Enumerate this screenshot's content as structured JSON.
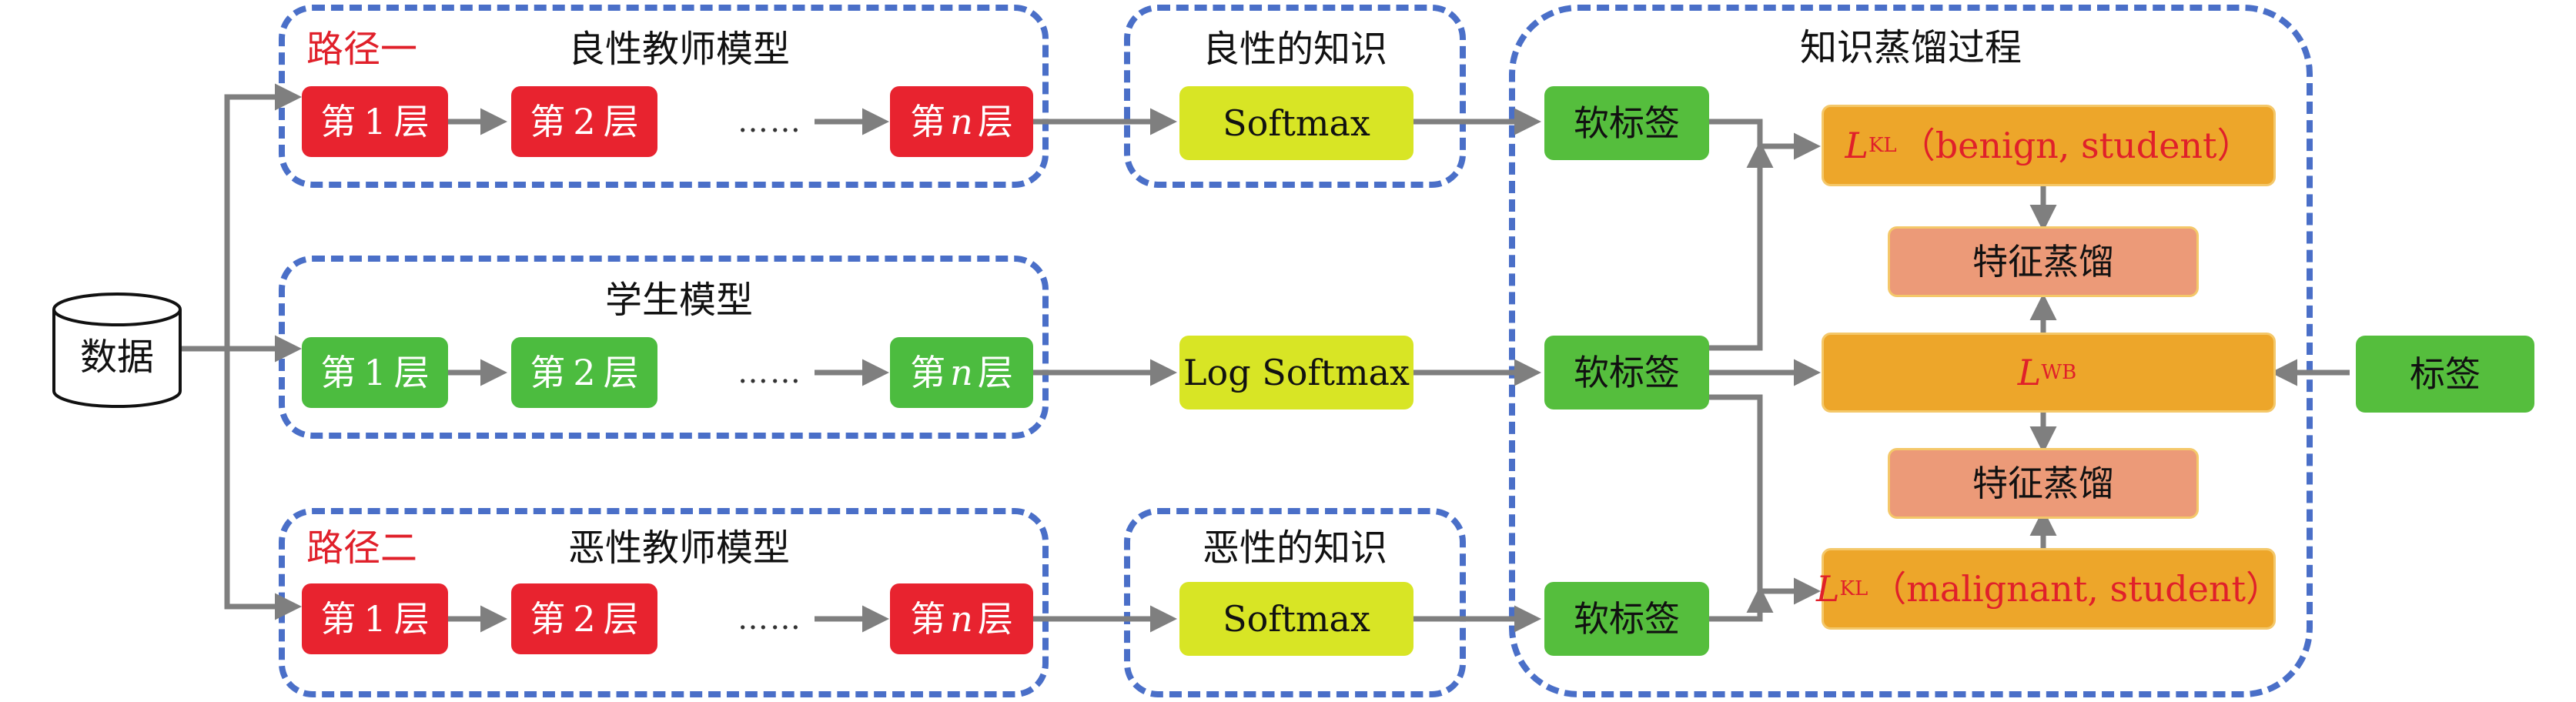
{
  "data_node": {
    "label": "数据"
  },
  "benign_teacher": {
    "path_label": "路径一",
    "title": "良性教师模型",
    "layer_prefix": "第",
    "layer_suffix": "层",
    "layers": [
      "1",
      "2",
      "n"
    ],
    "ellipsis": "……"
  },
  "student": {
    "title": "学生模型",
    "layer_prefix": "第",
    "layer_suffix": "层",
    "layers": [
      "1",
      "2",
      "n"
    ],
    "ellipsis": "……"
  },
  "malignant_teacher": {
    "path_label": "路径二",
    "title": "恶性教师模型",
    "layer_prefix": "第",
    "layer_suffix": "层",
    "layers": [
      "1",
      "2",
      "n"
    ],
    "ellipsis": "……"
  },
  "benign_knowledge": {
    "title": "良性的知识",
    "box": "Softmax"
  },
  "student_output": {
    "box": "Log Softmax"
  },
  "malignant_knowledge": {
    "title": "恶性的知识",
    "box": "Softmax"
  },
  "distillation": {
    "title": "知识蒸馏过程",
    "soft_label": "软标签",
    "kl_benign": {
      "symbol": "L",
      "sub": "KL",
      "args": "（benign, student）"
    },
    "feature_distill": "特征蒸馏",
    "wb": {
      "symbol": "L",
      "sub": "WB"
    },
    "kl_malignant": {
      "symbol": "L",
      "sub": "KL",
      "args": "（malignant, student）"
    }
  },
  "label_node": {
    "label": "标签"
  },
  "colors": {
    "teacher_layer": "#e8232f",
    "student_layer": "#4cbc3f",
    "softmax": "#d8e525",
    "soft_label": "#55be3d",
    "loss": "#eda62a",
    "feature": "#ec9a78",
    "dash_border": "#4a6fc8",
    "arrow": "#7f7f7f",
    "path_label": "#e0202a"
  }
}
